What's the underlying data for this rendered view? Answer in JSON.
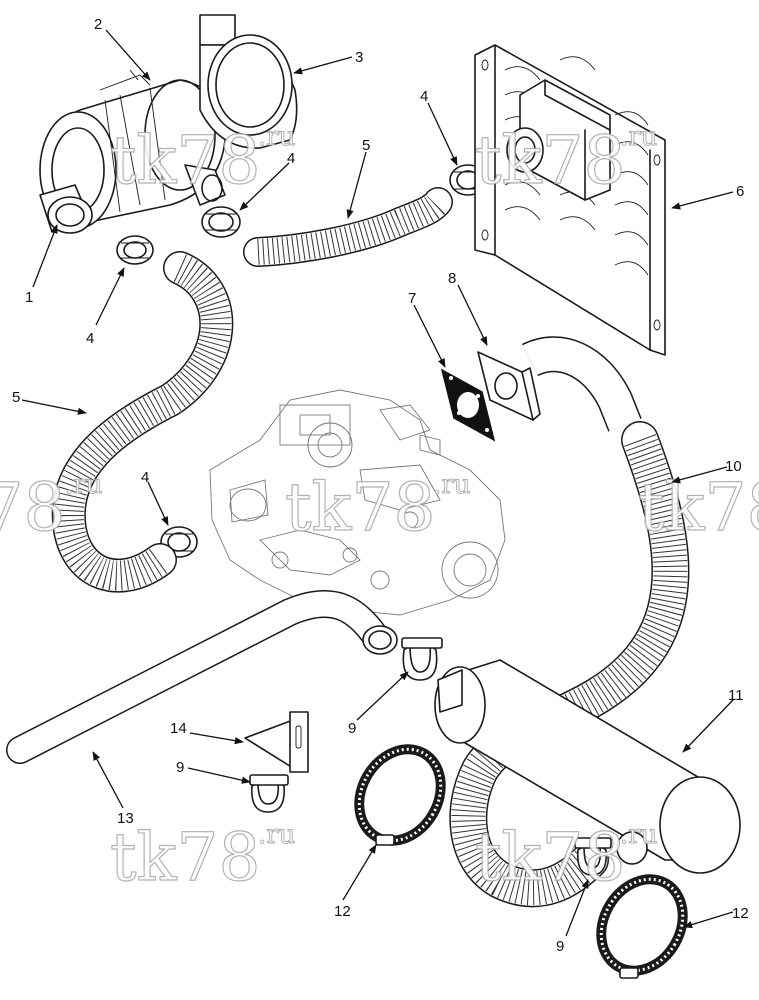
{
  "watermark": {
    "main": "tk78",
    "suffix": ".ru"
  },
  "callouts": {
    "c1": "1",
    "c2": "2",
    "c3": "3",
    "c4a": "4",
    "c4b": "4",
    "c4c": "4",
    "c4d": "4",
    "c5a": "5",
    "c5b": "5",
    "c6": "6",
    "c7": "7",
    "c8": "8",
    "c9a": "9",
    "c9b": "9",
    "c9c": "9",
    "c10": "10",
    "c11": "11",
    "c12a": "12",
    "c12b": "12",
    "c13": "13",
    "c14": "14"
  }
}
